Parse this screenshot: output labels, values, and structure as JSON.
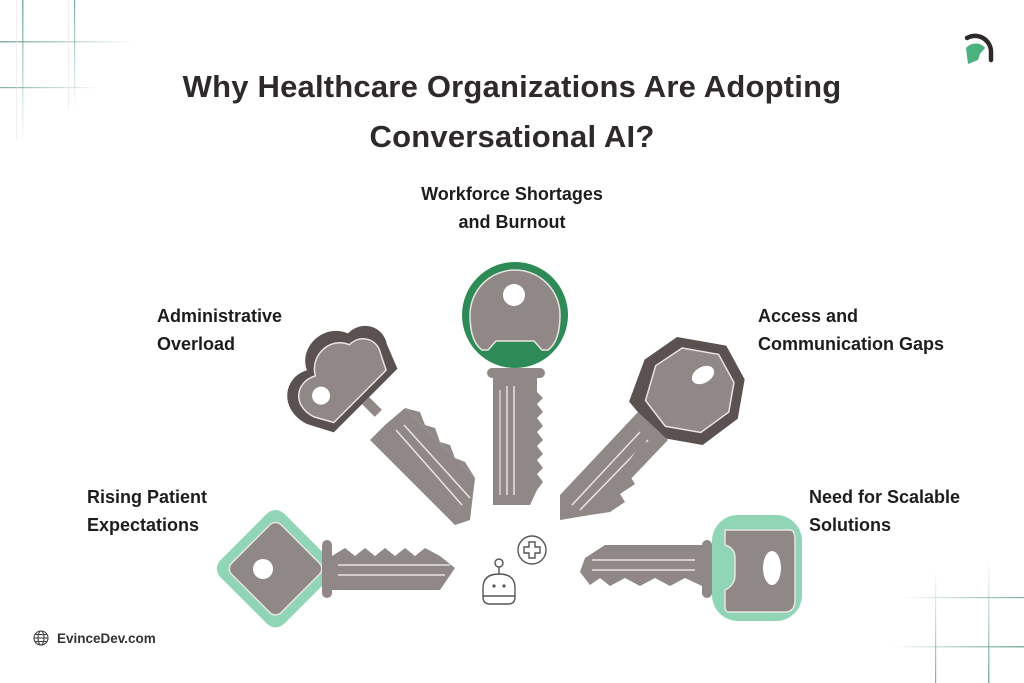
{
  "title": {
    "line1": "Why Healthcare Organizations Are Adopting",
    "line2": "Conversational AI?"
  },
  "reasons": [
    {
      "id": "workforce",
      "line1": "Workforce Shortages",
      "line2": "and Burnout",
      "key_color": "#2e8b57"
    },
    {
      "id": "administrative",
      "line1": "Administrative",
      "line2": "Overload",
      "key_color": "#5a5150"
    },
    {
      "id": "access",
      "line1": "Access and",
      "line2": "Communication Gaps",
      "key_color": "#5a5150"
    },
    {
      "id": "patient",
      "line1": "Rising Patient",
      "line2": "Expectations",
      "key_color": "#8fd5b6"
    },
    {
      "id": "scalable",
      "line1": "Need for Scalable",
      "line2": "Solutions",
      "key_color": "#8fd5b6"
    }
  ],
  "center_icons": [
    "robot-icon",
    "medical-cross-icon"
  ],
  "footer": {
    "icon": "globe-icon",
    "website": "EvinceDev.com"
  },
  "brand": {
    "logo_icon": "spartan-helmet-logo-icon",
    "colors": {
      "dark_green": "#2e8b57",
      "mint": "#8fd5b6",
      "key_gray": "#8f8887",
      "key_dark": "#5a5150",
      "text": "#2f2a2a"
    }
  }
}
